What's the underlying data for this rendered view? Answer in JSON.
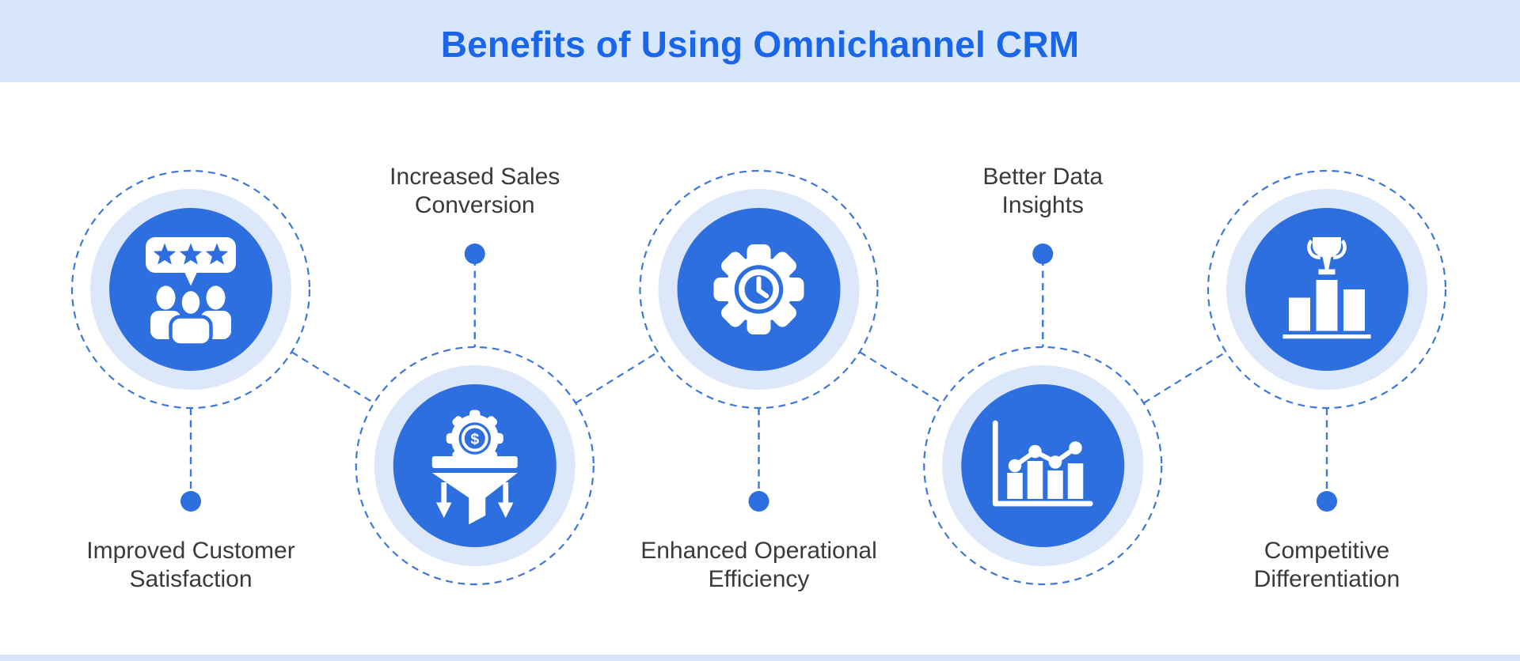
{
  "header": {
    "title": "Benefits of Using Omnichannel CRM"
  },
  "theme": {
    "accent_blue": "#2e6fe0",
    "light_circle_blue": "#dde7fa",
    "header_background": "#d8e6fc",
    "title_color": "#1a66e8",
    "label_color": "#3a3a3d",
    "dash_color": "#3d77db",
    "background": "#ffffff",
    "icon_color": "#ffffff"
  },
  "nodes": [
    {
      "label_lines": [
        "Improved Customer",
        "Satisfaction"
      ],
      "icon": "customer-group-rating-icon",
      "circle_position": "top"
    },
    {
      "label_lines": [
        "Increased Sales",
        "Conversion"
      ],
      "icon": "sales-funnel-icon",
      "circle_position": "bottom"
    },
    {
      "label_lines": [
        "Enhanced Operational",
        "Efficiency"
      ],
      "icon": "gear-clock-icon",
      "circle_position": "top"
    },
    {
      "label_lines": [
        "Better Data",
        "Insights"
      ],
      "icon": "bar-line-chart-icon",
      "circle_position": "bottom"
    },
    {
      "label_lines": [
        "Competitive",
        "Differentiation"
      ],
      "icon": "trophy-podium-icon",
      "circle_position": "top"
    }
  ]
}
